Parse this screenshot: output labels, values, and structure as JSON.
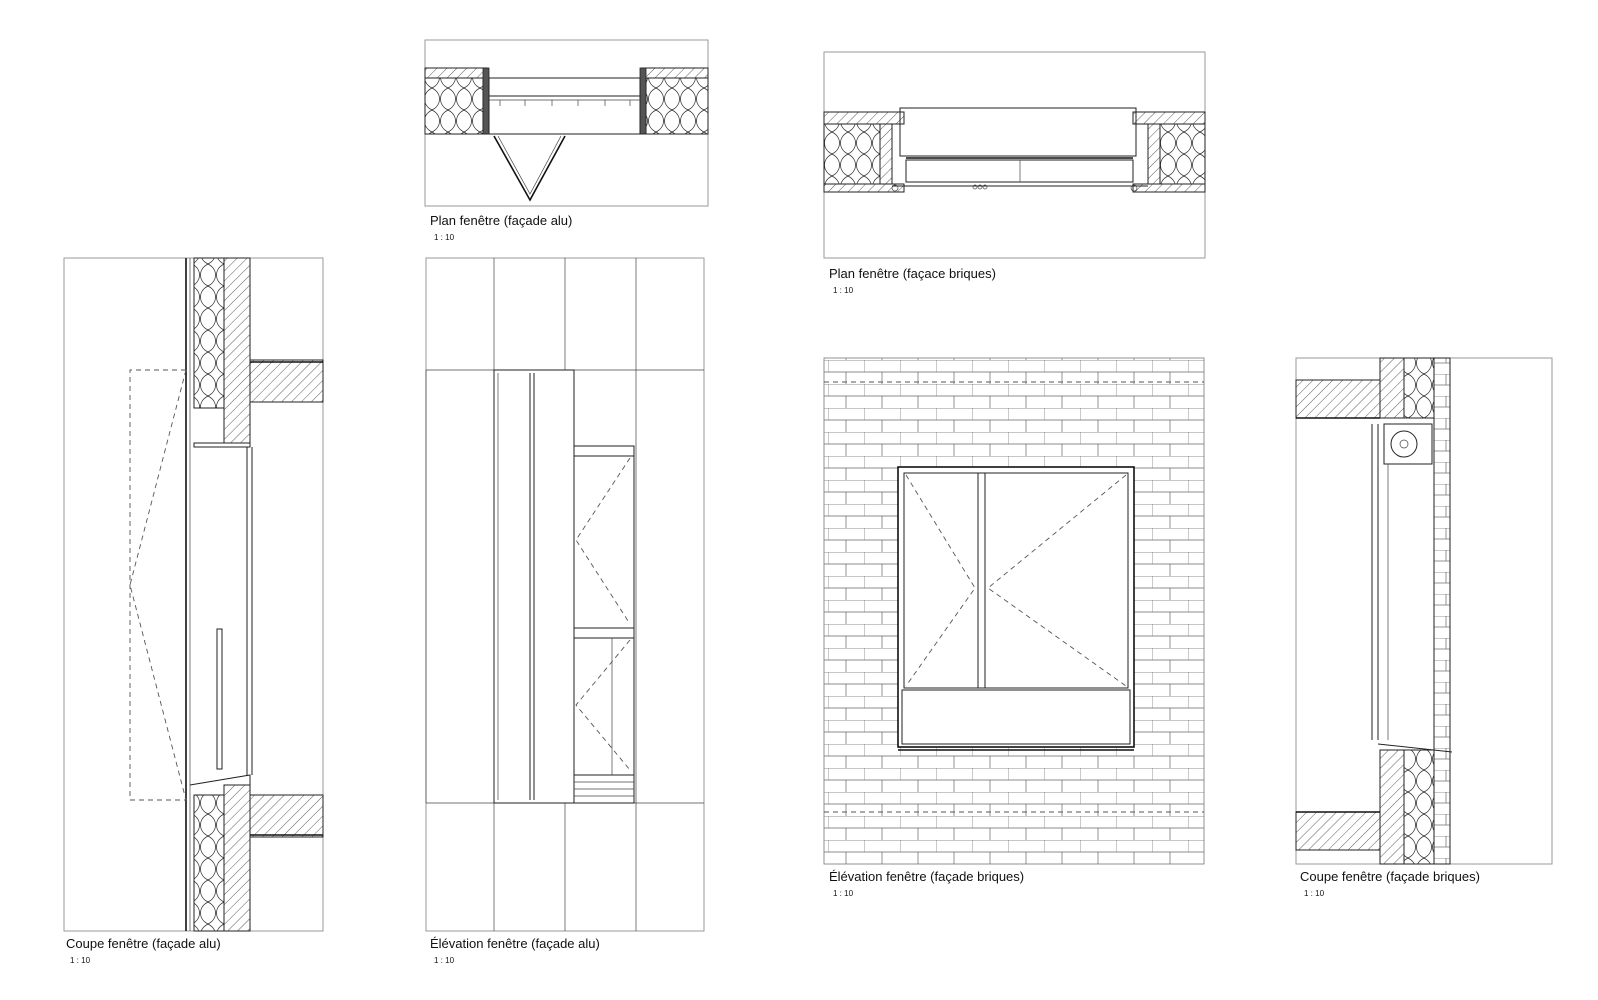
{
  "drawings": {
    "plan_alu": {
      "title": "Plan fenêtre (façade alu)",
      "scale": "1 : 10"
    },
    "plan_brick": {
      "title": "Plan fenêtre (façace briques)",
      "scale": "1 : 10"
    },
    "coupe_alu": {
      "title": "Coupe fenêtre (façade alu)",
      "scale": "1 : 10"
    },
    "elev_alu": {
      "title": "Élévation fenêtre (façade alu)",
      "scale": "1 : 10"
    },
    "elev_brick": {
      "title": "Élévation fenêtre (façade briques)",
      "scale": "1 : 10"
    },
    "coupe_brick": {
      "title": "Coupe fenêtre (façade briques)",
      "scale": "1 : 10"
    }
  },
  "colors": {
    "line": "#222222",
    "frame": "#9a9a9a",
    "hatch": "#333333"
  }
}
